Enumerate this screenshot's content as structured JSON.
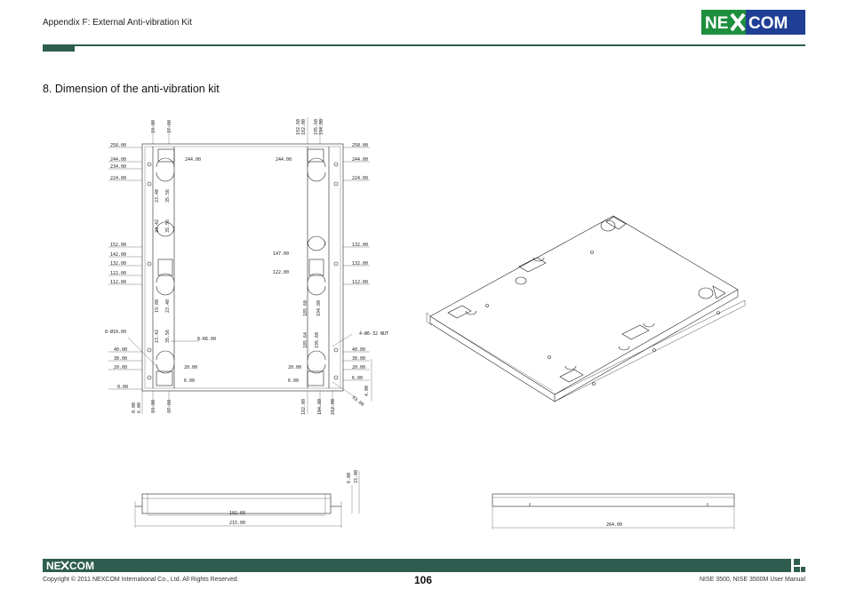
{
  "header": {
    "text": "Appendix F:  External Anti-vibration Kit",
    "logo": {
      "text": "NEXCOM",
      "colors": {
        "ne": "#1d8f3d",
        "com": "#1f3f95"
      }
    }
  },
  "section": {
    "title": "8. Dimension of the anti-vibration kit"
  },
  "drawing": {
    "left_top_dims": [
      "19.80",
      "37.60"
    ],
    "left_y_labels": [
      "258.00",
      "244.00",
      "234.00",
      "224.00",
      "152.00",
      "142.00",
      "132.00",
      "122.00",
      "112.00",
      "40.00",
      "30.00",
      "20.00",
      "0.00"
    ],
    "left_vert_labels": [
      "23.40",
      "35.56",
      "23.42",
      "35.56",
      "19.80",
      "23.40",
      "23.42",
      "35.56"
    ],
    "left_bottom_dims": [
      "0.00",
      "6.00",
      "19.80",
      "37.60"
    ],
    "inner_labels": [
      "244.00",
      "20.00",
      "6.00",
      "244.00",
      "147.00",
      "122.00",
      "20.00",
      "6.00"
    ],
    "callouts": [
      "8-Ø10.00",
      "8-R6.00",
      "4-Ø6-32 NUT"
    ],
    "right_top_dims": [
      "192.60",
      "182.00",
      "195.60",
      "194.80"
    ],
    "right_y_labels": [
      "258.00",
      "244.00",
      "224.00",
      "132.00",
      "132.00",
      "112.00",
      "40.00",
      "30.00",
      "20.00",
      "6.00"
    ],
    "right_vert_labels": [
      "185.60",
      "194.80",
      "185.64",
      "195.60"
    ],
    "right_bottom_dims": [
      "182.00",
      "194.80",
      "212.00"
    ],
    "right_edge_dims": [
      "4.00",
      "R3.00"
    ],
    "side_view": {
      "dim_inner": "192.60",
      "dim_outer": "215.00",
      "dim_v1": "6.00",
      "dim_v2": "15.00"
    },
    "end_view": {
      "dim": "264.00"
    }
  },
  "footer": {
    "logo": "NEXCOM",
    "copyright": "Copyright © 2011 NEXCOM International Co., Ltd. All Rights Reserved.",
    "page_number": "106",
    "manual": "NISE 3500, NISE 3500M User Manual"
  }
}
